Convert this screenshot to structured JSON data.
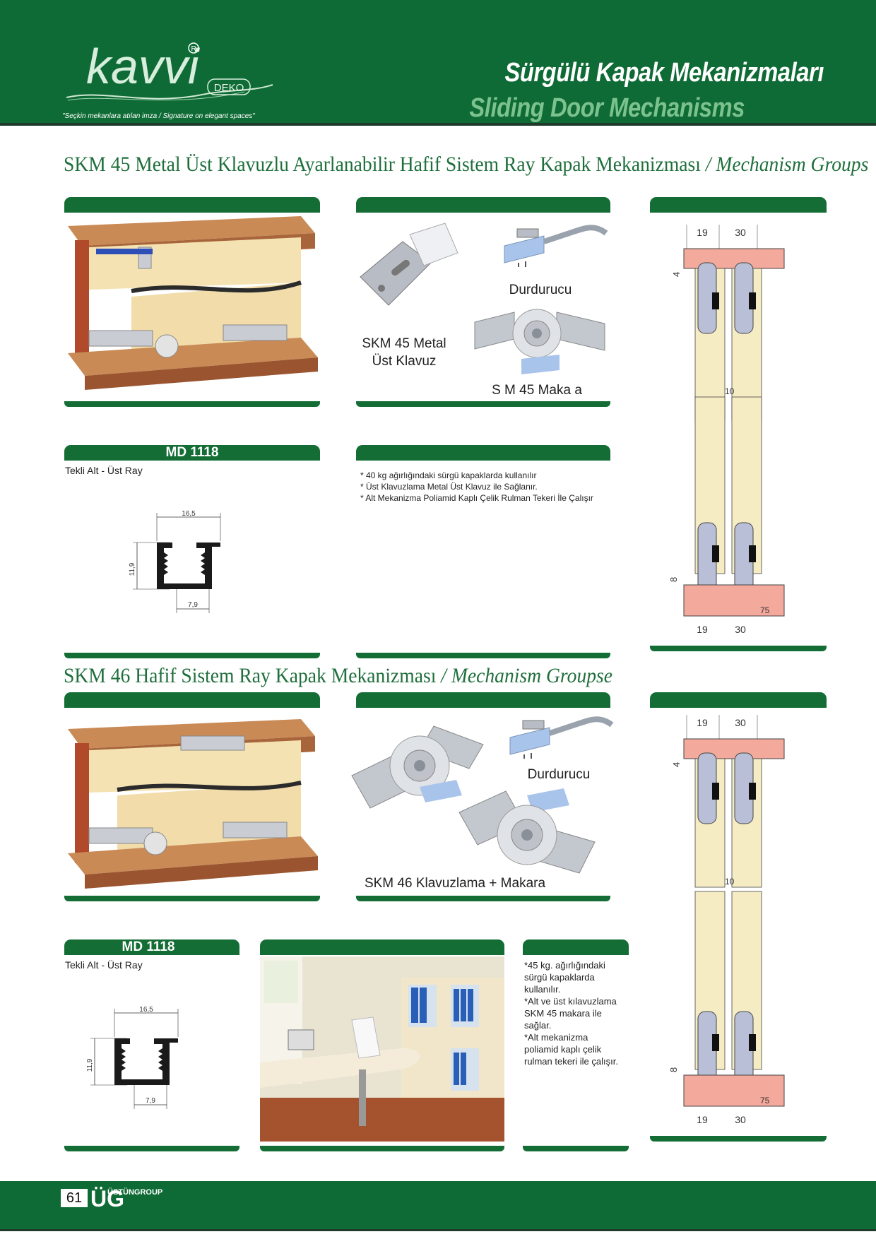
{
  "header": {
    "logo_text": "kavvi",
    "logo_sub": "DEKO",
    "tagline": "\"Seçkin mekanlara atılan imza  / Signature on elegant spaces\"",
    "title_tr": "Sürgülü Kapak Mekanizmaları",
    "title_en": "Sliding Door Mechanisms"
  },
  "section1": {
    "title_tr": "SKM 45 Metal Üst Klavuzlu Ayarlanabilir Hafif Sistem Ray Kapak Mekanizması",
    "title_en": " / Mechanism Groups",
    "parts": {
      "stopper": "Durdurucu",
      "guide_line1": "SKM 45 Metal",
      "guide_line2": "Üst Klavuz",
      "roller": "S  M 45 Maka a"
    },
    "rail": {
      "code": "MD 1118",
      "label": "Tekli Alt - Üst Ray",
      "dim_width": "16,5",
      "dim_height": "11,9",
      "dim_inner": "7,9"
    },
    "bullets": [
      "* 40 kg ağırlığındaki sürgü kapaklarda kullanılır",
      "* Üst Klavuzlama Metal Üst Klavuz ile Sağlanır.",
      "* Alt Mekanizma Poliamid Kaplı Çelik Rulman Tekeri İle Çalışır"
    ],
    "drawing": {
      "top_a": "19",
      "top_b": "30",
      "side_top": "4",
      "gap": "10",
      "side_bottom": "8",
      "bottom_c": "75",
      "bottom_a": "19",
      "bottom_b": "30"
    }
  },
  "section2": {
    "title_tr": "SKM 46 Hafif Sistem Ray Kapak Mekanizması",
    "title_en": " / Mechanism Groupse",
    "parts": {
      "stopper": "Durdurucu",
      "guide_roller": "SKM 46 Klavuzlama + Makara"
    },
    "rail": {
      "code": "MD 1118",
      "label": "Tekli Alt - Üst Ray",
      "dim_width": "16,5",
      "dim_height": "11,9",
      "dim_inner": "7,9"
    },
    "bullets": [
      "*45 kg. ağırlığındaki",
      "sürgü kapaklarda",
      "kullanılır.",
      "*Alt ve üst kılavuzlama",
      "SKM 45 makara ile",
      "sağlar.",
      "*Alt mekanizma",
      "poliamid kaplı çelik",
      "rulman tekeri ile çalışır."
    ],
    "drawing": {
      "top_a": "19",
      "top_b": "30",
      "side_top": "4",
      "gap": "10",
      "side_bottom": "8",
      "bottom_c": "75",
      "bottom_a": "19",
      "bottom_b": "30"
    }
  },
  "footer": {
    "page_number": "61",
    "brand_mark": "ÜG",
    "brand_text": "ÜSTÜNGROUP"
  },
  "colors": {
    "brand_green": "#136d34",
    "light_green": "#7cc28f"
  }
}
